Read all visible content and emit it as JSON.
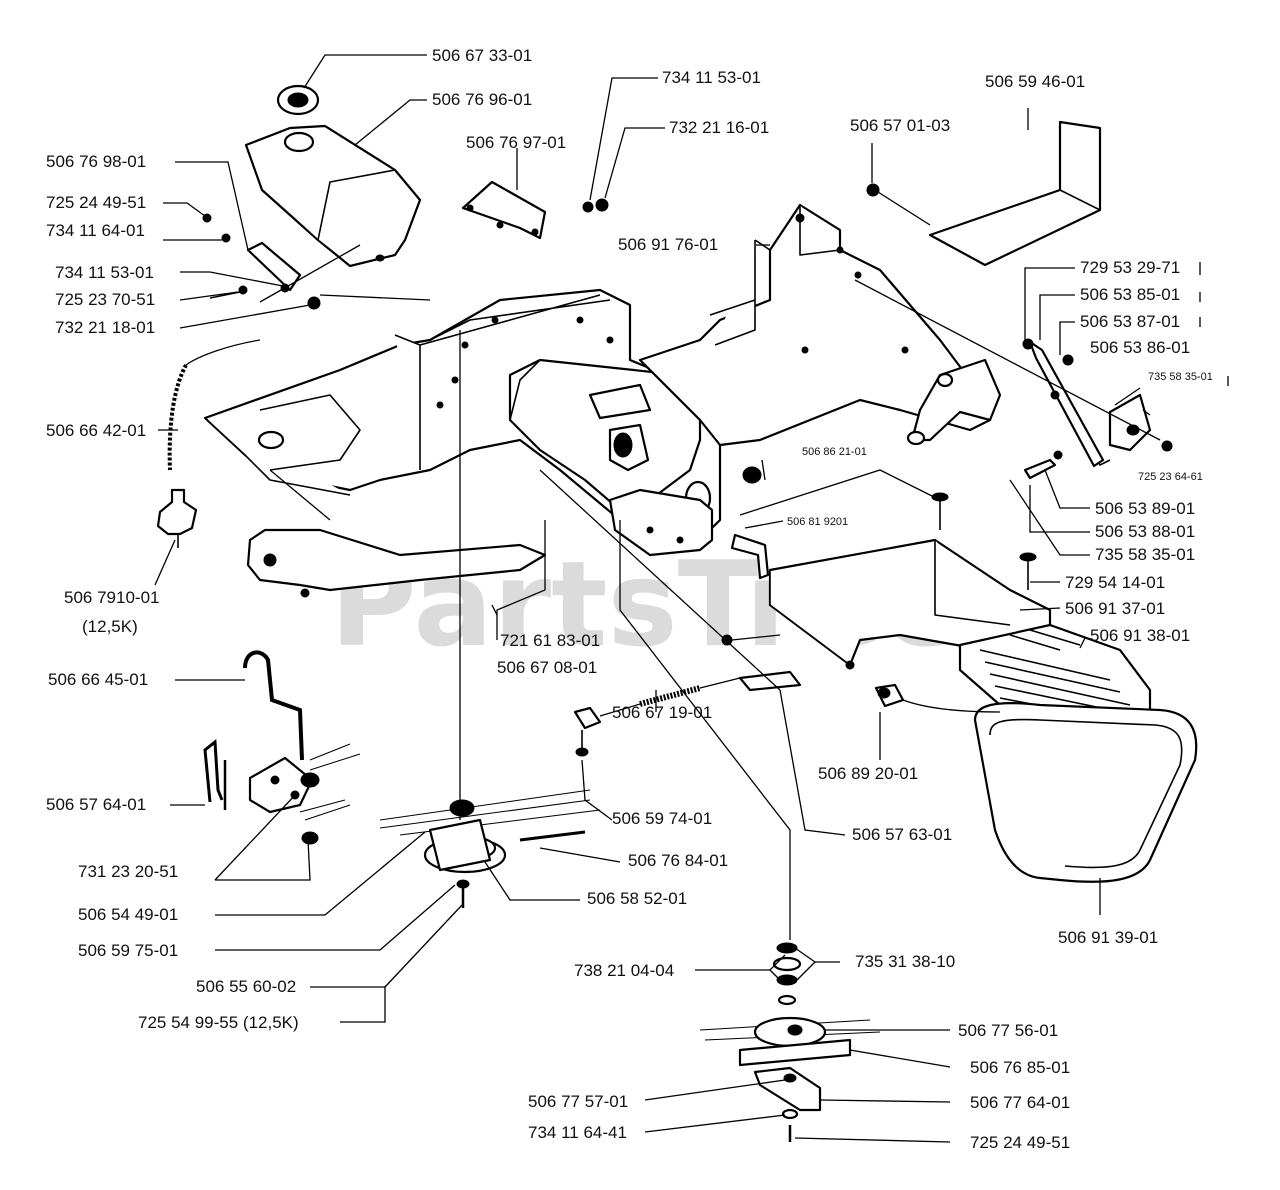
{
  "watermark": "PartsTree",
  "labels": {
    "l1": "506 67 33-01",
    "l2": "506 76 96-01",
    "l3": "734 11 53-01",
    "l4": "732 21 16-01",
    "l5": "506 76 97-01",
    "l6": "506 57 01-03",
    "l7": "506 59 46-01",
    "l8": "506 76 98-01",
    "l9": "725 24 49-51",
    "l10": "734 11 64-01",
    "l11": "506 91 76-01",
    "l12": "734 11 53-01",
    "l13": "725 23 70-51",
    "l14": "732 21 18-01",
    "l15": "729 53 29-71",
    "l16": "506 53 85-01",
    "l17": "506 53 87-01",
    "l18": "506 53 86-01",
    "l19": "735 58 35-01",
    "l20": "725 23 64-61",
    "l21": "506 66 42-01",
    "l22": "506 86 21-01",
    "l23": "506 53 89-01",
    "l24": "506 53 88-01",
    "l25": "735 58 35-01",
    "l26": "506 81 9201",
    "l27": "506 7910-01",
    "l28": "(12,5K)",
    "l29": "729 54 14-01",
    "l30": "506 91 37-01",
    "l31": "506 91 38-01",
    "l32": "721 61 83-01",
    "l33": "506 67 08-01",
    "l34": "506 66 45-01",
    "l35": "506 67 19-01",
    "l36": "506 89 20-01",
    "l37": "506 57 64-01",
    "l38": "506 59 74-01",
    "l39": "506 57 63-01",
    "l40": "506 76 84-01",
    "l41": "731 23 20-51",
    "l42": "506 58 52-01",
    "l43": "506 54 49-01",
    "l44": "506 91 39-01",
    "l45": "506 59 75-01",
    "l46": "738 21 04-04",
    "l47": "735 31 38-10",
    "l48": "506 55 60-02",
    "l49": "725 54 99-55 (12,5K)",
    "l50": "506 77 56-01",
    "l51": "506 76 85-01",
    "l52": "506 77 57-01",
    "l53": "506 77 64-01",
    "l54": "734 11 64-41",
    "l55": "725 24 49-51"
  }
}
